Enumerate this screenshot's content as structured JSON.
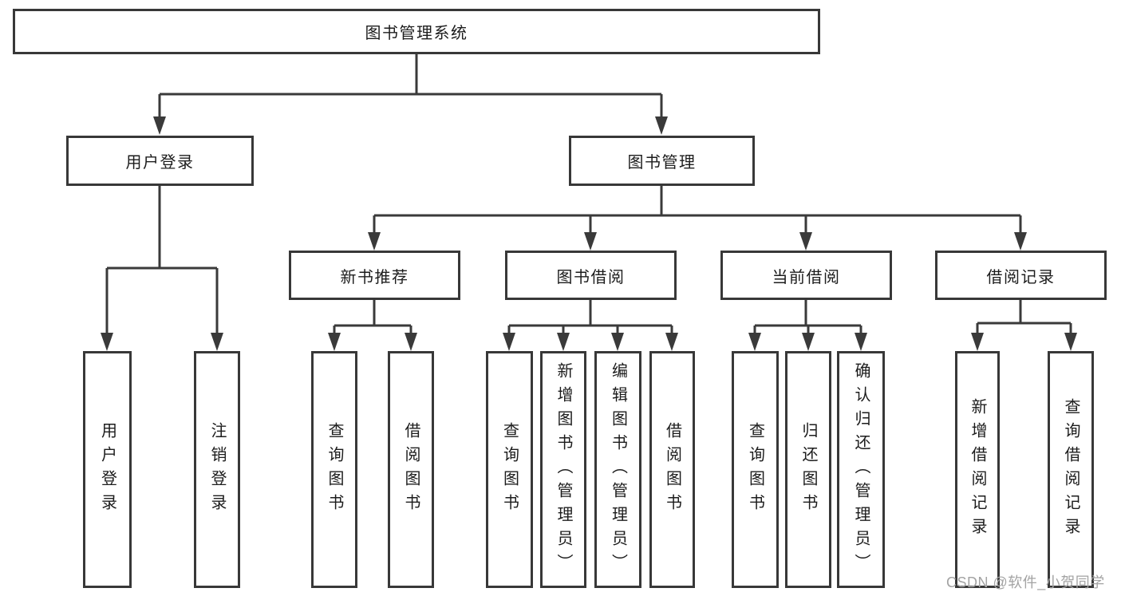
{
  "diagram": {
    "root": {
      "label": "图书管理系统"
    },
    "branches": [
      {
        "label": "用户登录",
        "children": [
          {
            "label": "用户登录"
          },
          {
            "label": "注销登录"
          }
        ]
      },
      {
        "label": "图书管理",
        "groups": [
          {
            "label": "新书推荐",
            "children": [
              {
                "label": "查询图书"
              },
              {
                "label": "借阅图书"
              }
            ]
          },
          {
            "label": "图书借阅",
            "children": [
              {
                "label": "查询图书"
              },
              {
                "label": "新增图书（管理员）"
              },
              {
                "label": "编辑图书（管理员）"
              },
              {
                "label": "借阅图书"
              }
            ]
          },
          {
            "label": "当前借阅",
            "children": [
              {
                "label": "查询图书"
              },
              {
                "label": "归还图书"
              },
              {
                "label": "确认归还（管理员）"
              }
            ]
          },
          {
            "label": "借阅记录",
            "children": [
              {
                "label": "新增借阅记录"
              },
              {
                "label": "查询借阅记录"
              }
            ]
          }
        ]
      }
    ]
  },
  "watermark": {
    "text": "CSDN @软件_小贺同学",
    "color": "#a3a3a3"
  },
  "colors": {
    "line": "#3a3a3a",
    "border": "#383838",
    "text": "#1c1c1c",
    "background": "#ffffff",
    "box_fill": "#ffffff"
  }
}
